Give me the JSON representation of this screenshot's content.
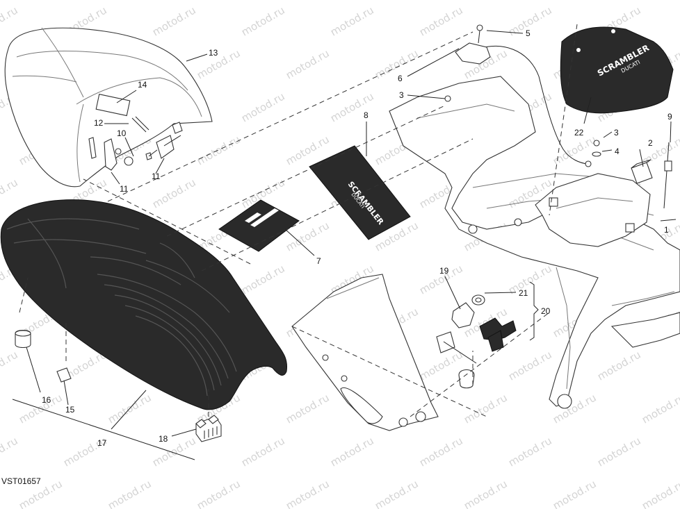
{
  "watermark": "motod.ru",
  "diagram_code": "VST01657",
  "brand_scrambler": "SCRAMBLER",
  "brand_ducati": "DUCATI",
  "callouts": [
    "1",
    "2",
    "3",
    "3",
    "4",
    "5",
    "6",
    "7",
    "8",
    "9",
    "10",
    "11",
    "11",
    "12",
    "13",
    "14",
    "15",
    "16",
    "17",
    "18",
    "19",
    "20",
    "21",
    "22"
  ]
}
